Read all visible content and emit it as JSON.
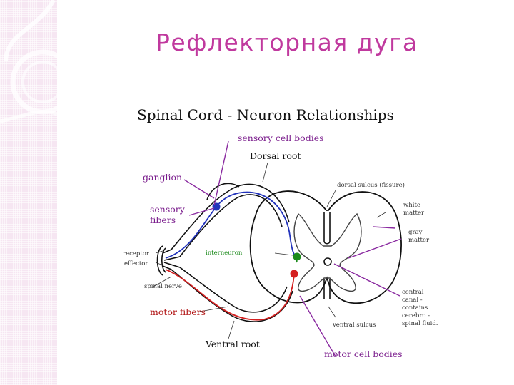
{
  "slide": {
    "title": "Рефлекторная дуга",
    "title_color": "#c0399e"
  },
  "diagram": {
    "title": "Spinal Cord - Neuron Relationships",
    "labels": {
      "sensory_cell_bodies": "sensory cell bodies",
      "dorsal_root": "Dorsal root",
      "ganglion": "ganglion",
      "dorsal_sulcus": "dorsal sulcus (fissure)",
      "white_matter_1": "white",
      "white_matter_2": "matter",
      "sensory_fibers_1": "sensory",
      "sensory_fibers_2": "fibers",
      "gray_matter_1": "gray",
      "gray_matter_2": "matter",
      "receptor": "receptor",
      "effector": "effector",
      "interneuron": "interneuron",
      "spinal_nerve": "spinal nerve",
      "central_canal_1": "central",
      "central_canal_2": "canal -",
      "central_canal_3": "contains",
      "central_canal_4": "cerebro -",
      "central_canal_5": "spinal fluid.",
      "motor_fibers": "motor fibers",
      "ventral_sulcus": "ventral sulcus",
      "ventral_root": "Ventral root",
      "motor_cell_bodies": "motor cell bodies"
    },
    "colors": {
      "sensory": "#2233bb",
      "motor": "#d42020",
      "interneuron": "#1b8a1b",
      "label_lines": "#8a2aa0"
    }
  }
}
